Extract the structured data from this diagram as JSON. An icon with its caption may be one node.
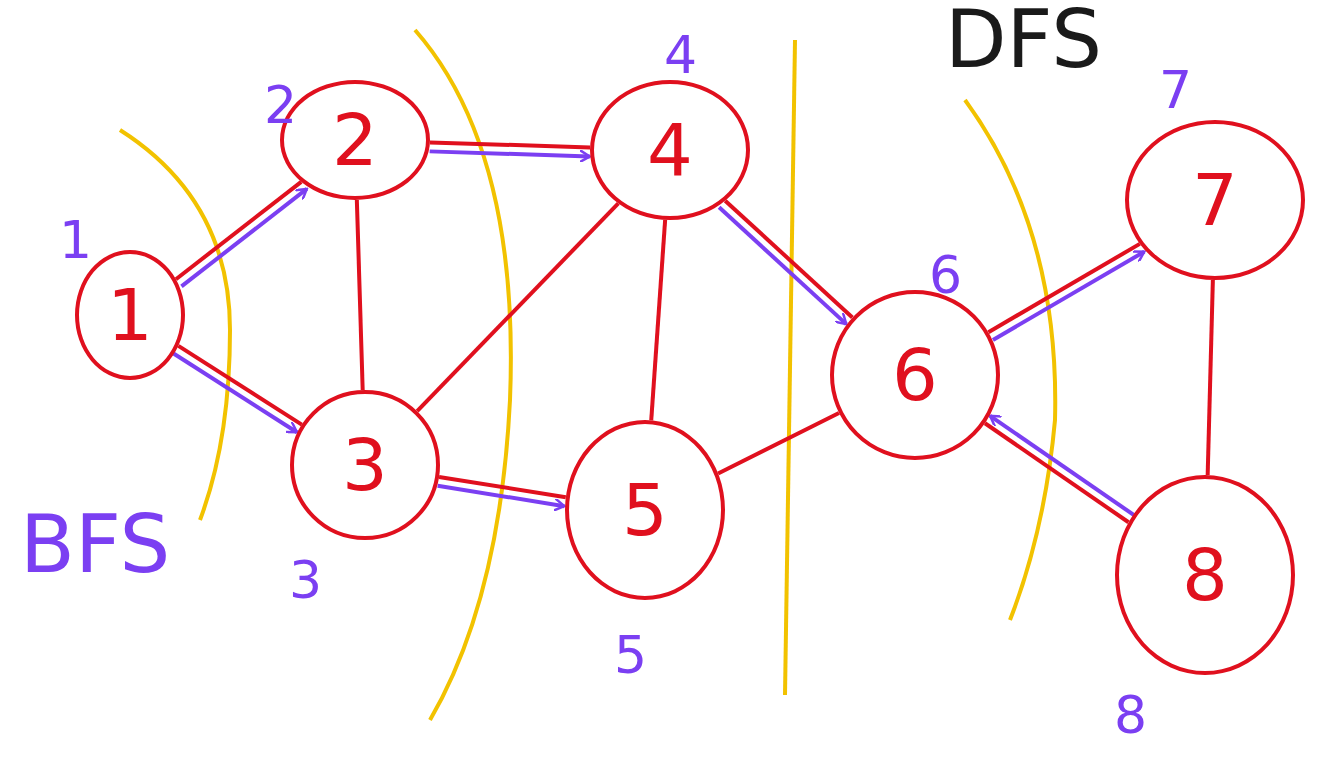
{
  "diagram": {
    "nodes": [
      {
        "text": [
          "1"
        ],
        "beside": [
          "1"
        ]
      },
      {
        "text": [
          "2"
        ],
        "beside": [
          "2"
        ]
      },
      {
        "text": [
          "3"
        ],
        "beside": [
          "3"
        ]
      },
      {
        "text": [
          "4"
        ],
        "beside": [
          "4"
        ]
      },
      {
        "text": [
          "5"
        ],
        "beside": [
          "5"
        ]
      },
      {
        "text": [
          "6"
        ],
        "beside": [
          "6"
        ]
      },
      {
        "text": [
          "7"
        ],
        "beside": [
          "7"
        ]
      },
      {
        "text": [
          "8"
        ],
        "beside": [
          "8"
        ]
      }
    ],
    "edges": [
      {
        "from": 0,
        "to": 1,
        "arrow": "none"
      },
      {
        "from": 0,
        "to": 2,
        "arrow": "none"
      },
      {
        "from": 1,
        "to": 2,
        "arrow": "none"
      },
      {
        "from": 1,
        "to": 3,
        "arrow": "none"
      },
      {
        "from": 2,
        "to": 3,
        "arrow": "none"
      },
      {
        "from": 2,
        "to": 4,
        "arrow": "none"
      },
      {
        "from": 3,
        "to": 4,
        "arrow": "none"
      },
      {
        "from": 3,
        "to": 5,
        "arrow": "none"
      },
      {
        "from": 4,
        "to": 5,
        "arrow": "none"
      },
      {
        "from": 5,
        "to": 6,
        "arrow": "none"
      },
      {
        "from": 5,
        "to": 7,
        "arrow": "none"
      },
      {
        "from": 6,
        "to": 7,
        "arrow": "none"
      },
      {
        "from": 0,
        "to": 1,
        "arrow": "to",
        "color": "#7b3ff2"
      },
      {
        "from": 0,
        "to": 2,
        "arrow": "to",
        "color": "#7b3ff2"
      },
      {
        "from": 1,
        "to": 3,
        "arrow": "to",
        "color": "#7b3ff2"
      },
      {
        "from": 2,
        "to": 4,
        "arrow": "to",
        "color": "#7b3ff2"
      },
      {
        "from": 3,
        "to": 5,
        "arrow": "to",
        "color": "#7b3ff2"
      },
      {
        "from": 5,
        "to": 6,
        "arrow": "to",
        "color": "#7b3ff2"
      },
      {
        "from": 7,
        "to": 5,
        "arrow": "to",
        "color": "#7b3ff2"
      }
    ],
    "labels": [
      "DFS",
      "BFS"
    ]
  }
}
